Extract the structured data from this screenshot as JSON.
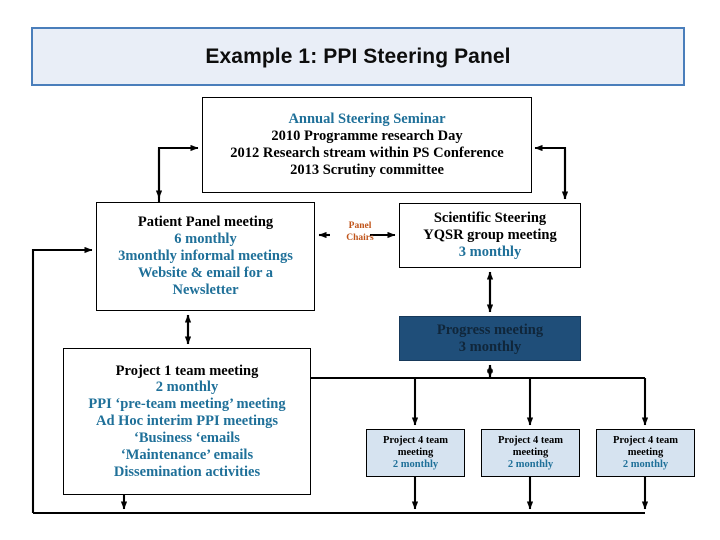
{
  "slide": {
    "title": "Example 1: PPI Steering Panel",
    "title_fill": "#e9eef7",
    "title_border": "#4a7ebb",
    "background": "#ffffff"
  },
  "palette": {
    "black": "#000000",
    "accent_blue": "#1f7099",
    "dark_navy": "#1f4e79",
    "light_blue": "#d6e3f0",
    "orange": "#c0541a",
    "line": "#000000"
  },
  "nodes": {
    "seminar": {
      "name": "Annual Steering Seminar",
      "lines": [
        "Annual Steering Seminar",
        "2010 Programme research Day",
        "2012 Research stream within PS Conference",
        "2013 Scrutiny committee"
      ],
      "fill": "#ffffff"
    },
    "patient_panel": {
      "name": "Patient Panel meeting",
      "lines": [
        "Patient Panel meeting",
        "6 monthly",
        "3monthly informal  meetings",
        "Website & email for a",
        "Newsletter"
      ],
      "fill": "#ffffff"
    },
    "scientific": {
      "name": "Scientific Steering",
      "lines": [
        "Scientific Steering",
        "YQSR group meeting",
        "3 monthly"
      ],
      "fill": "#ffffff"
    },
    "progress": {
      "name": "Progress meeting",
      "lines": [
        "Progress meeting",
        "3 monthly"
      ],
      "fill": "#1f4e79"
    },
    "project1": {
      "name": "Project 1 team meeting",
      "lines": [
        "Project 1 team meeting",
        "2 monthly",
        "PPI ‘pre-team  meeting’ meeting",
        "Ad Hoc interim PPI meetings",
        "‘Business ‘emails",
        "‘Maintenance’ emails",
        "Dissemination activities"
      ],
      "fill": "#ffffff"
    },
    "project4_boxes": [
      {
        "lines": [
          "Project 4 team",
          "meeting",
          "2 monthly"
        ],
        "fill": "#d6e3f0"
      },
      {
        "lines": [
          "Project 4 team",
          "meeting",
          "2 monthly"
        ],
        "fill": "#d6e3f0"
      },
      {
        "lines": [
          "Project 4 team",
          "meeting",
          "2 monthly"
        ],
        "fill": "#d6e3f0"
      }
    ]
  },
  "labels": {
    "panel_chairs_line1": "Panel",
    "panel_chairs_line2": "Chairs"
  }
}
